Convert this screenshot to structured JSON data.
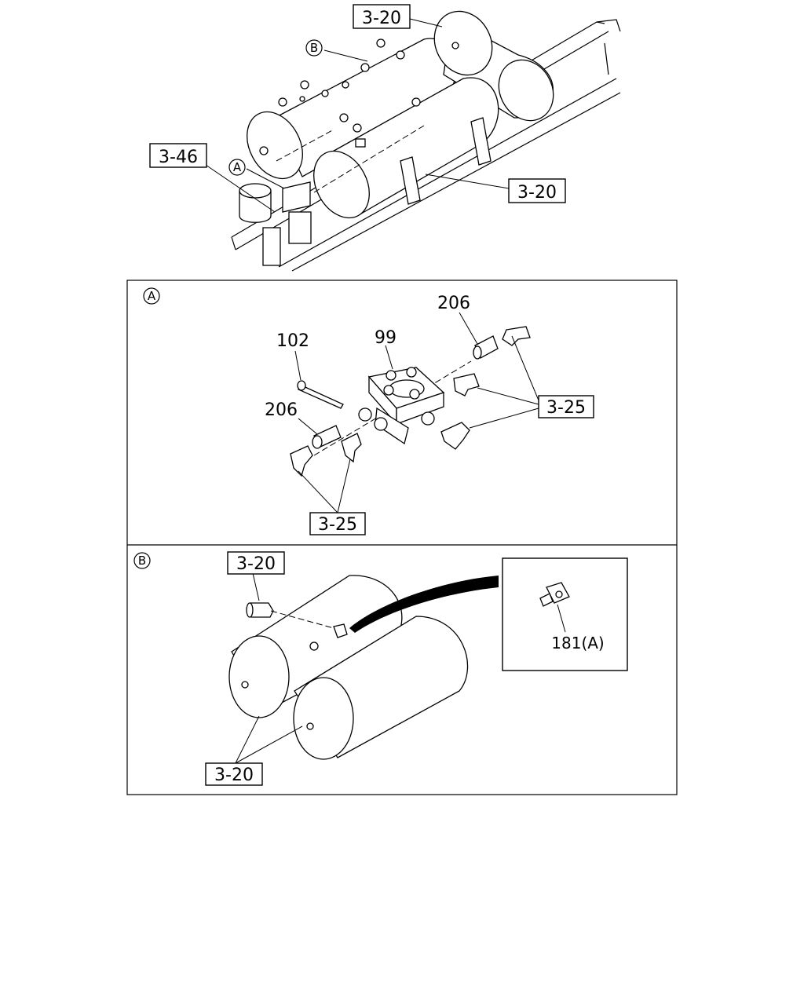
{
  "overview": {
    "callouts": {
      "ref_top": "3-20",
      "ref_left": "3-46",
      "ref_right": "3-20",
      "marker_a": "A",
      "marker_b": "B"
    }
  },
  "detail_a": {
    "marker": "A",
    "labels": {
      "bolt": "102",
      "valve": "99",
      "adapter_top": "206",
      "adapter_left": "206",
      "ref_right": "3-25",
      "ref_bottom": "3-25"
    }
  },
  "detail_b": {
    "marker": "B",
    "labels": {
      "ref_top": "3-20",
      "ref_bottom": "3-20",
      "inset_part": "181(A)"
    }
  }
}
